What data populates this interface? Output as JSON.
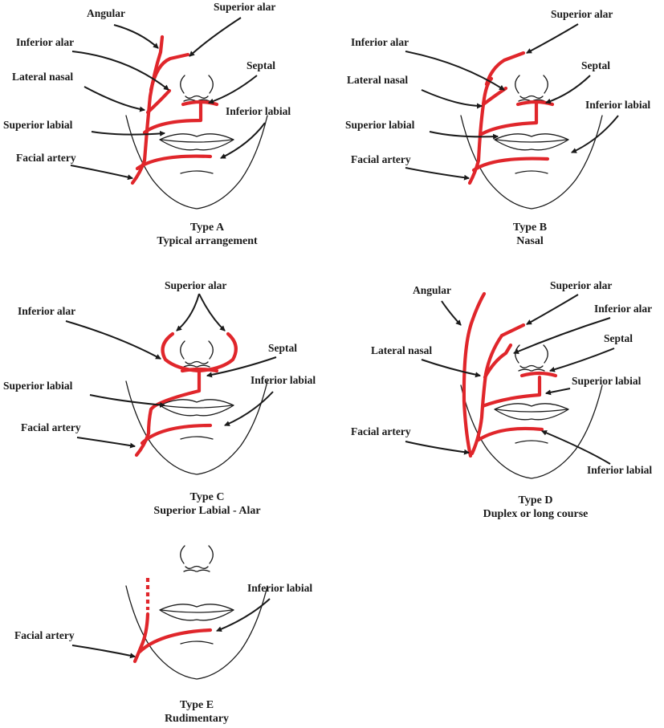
{
  "colors": {
    "artery": "#e0262b",
    "ink": "#1a1a1a",
    "background": "#ffffff"
  },
  "panels": {
    "a": {
      "caption_line1": "Type A",
      "caption_line2": "Typical arrangement",
      "labels": {
        "angular": "Angular",
        "superior_alar": "Superior alar",
        "inferior_alar": "Inferior alar",
        "lateral_nasal": "Lateral nasal",
        "septal": "Septal",
        "superior_labial": "Superior labial",
        "inferior_labial": "Inferior labial",
        "facial_artery": "Facial artery"
      }
    },
    "b": {
      "caption_line1": "Type B",
      "caption_line2": "Nasal",
      "labels": {
        "superior_alar": "Superior alar",
        "inferior_alar": "Inferior alar",
        "septal": "Septal",
        "lateral_nasal": "Lateral nasal",
        "inferior_labial": "Inferior labial",
        "superior_labial": "Superior labial",
        "facial_artery": "Facial artery"
      }
    },
    "c": {
      "caption_line1": "Type C",
      "caption_line2": "Superior Labial - Alar",
      "labels": {
        "superior_alar": "Superior alar",
        "inferior_alar": "Inferior alar",
        "septal": "Septal",
        "superior_labial": "Superior labial",
        "inferior_labial": "Inferior labial",
        "facial_artery": "Facial artery"
      }
    },
    "d": {
      "caption_line1": "Type D",
      "caption_line2": "Duplex or long course",
      "labels": {
        "angular": "Angular",
        "superior_alar": "Superior alar",
        "inferior_alar": "Inferior alar",
        "septal": "Septal",
        "lateral_nasal": "Lateral nasal",
        "superior_labial": "Superior labial",
        "facial_artery": "Facial artery",
        "inferior_labial": "Inferior labial"
      }
    },
    "e": {
      "caption_line1": "Type E",
      "caption_line2": "Rudimentary",
      "labels": {
        "inferior_labial": "Inferior labial",
        "facial_artery": "Facial artery"
      }
    }
  }
}
